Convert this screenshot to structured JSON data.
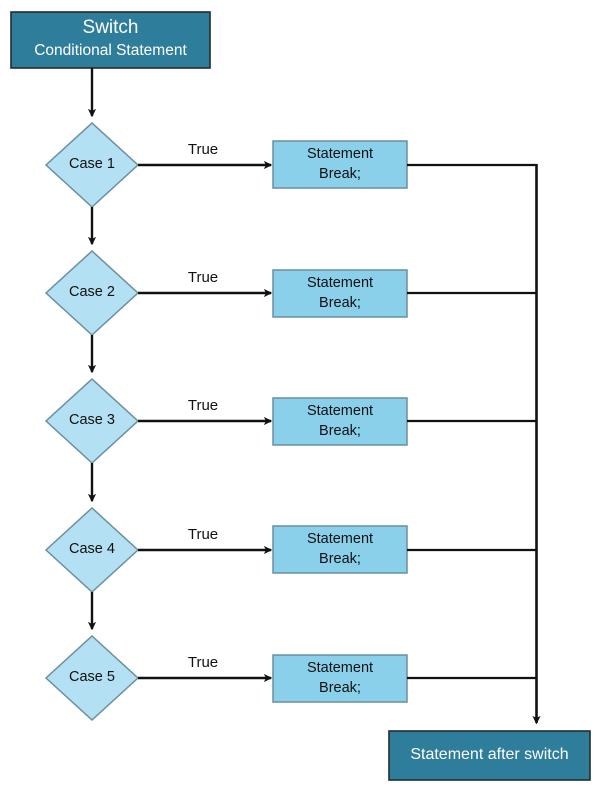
{
  "diagram": {
    "type": "flowchart",
    "title_box": {
      "line1": "Switch",
      "line2": "Conditional Statement",
      "fill": "#2E7D9A",
      "stroke": "#1F2D33",
      "text_color": "#FFFFFF"
    },
    "after_box": {
      "label": "Statement after switch",
      "fill": "#2E7D9A",
      "stroke": "#1F2D33",
      "text_color": "#FFFFFF"
    },
    "decision_fill": "#B3E0F2",
    "decision_stroke": "#6B8E9E",
    "statement_fill": "#8BD0EB",
    "statement_stroke": "#6B8E9E",
    "line_color": "#111111",
    "branches": [
      {
        "case_label": "Case 1",
        "edge_label": "True",
        "statement_line1": "Statement",
        "statement_line2": "Break;"
      },
      {
        "case_label": "Case 2",
        "edge_label": "True",
        "statement_line1": "Statement",
        "statement_line2": "Break;"
      },
      {
        "case_label": "Case 3",
        "edge_label": "True",
        "statement_line1": "Statement",
        "statement_line2": "Break;"
      },
      {
        "case_label": "Case 4",
        "edge_label": "True",
        "statement_line1": "Statement",
        "statement_line2": "Break;"
      },
      {
        "case_label": "Case 5",
        "edge_label": "True",
        "statement_line1": "Statement",
        "statement_line2": "Break;"
      }
    ]
  }
}
